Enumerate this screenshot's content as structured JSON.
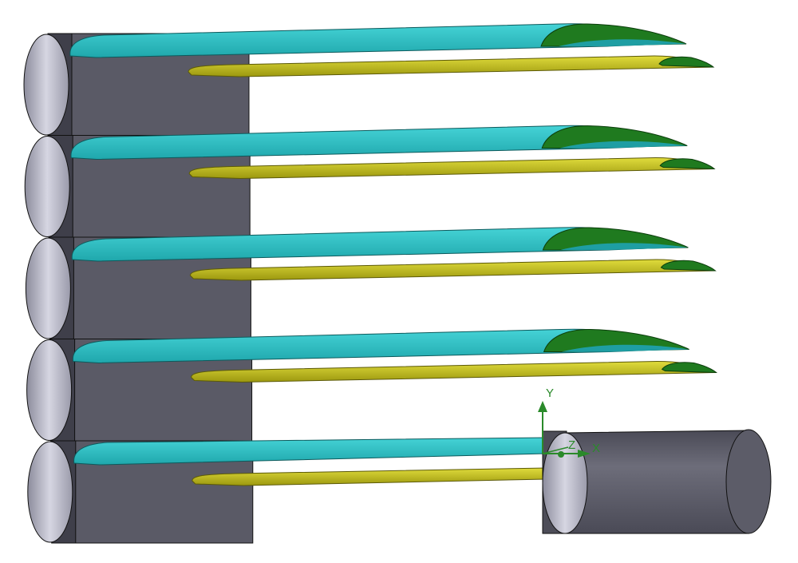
{
  "scene": {
    "colors": {
      "background": "#ffffff",
      "blade_primary": "#2ec4c8",
      "blade_primary_dark": "#1e9ea3",
      "blade_tip": "#1f7a1f",
      "blade_tip_dark": "#146014",
      "blade_secondary": "#d0cc2a",
      "blade_secondary_dark": "#8f8c12",
      "hub_fill": "#5a5a66",
      "hub_face": "#c4c4d2",
      "hub_dark": "#3f3f4a",
      "axis": "#2a8a2a"
    },
    "axes": {
      "y_label": "Y",
      "x_label": "X",
      "z_label": "Z"
    },
    "rows": 5
  }
}
